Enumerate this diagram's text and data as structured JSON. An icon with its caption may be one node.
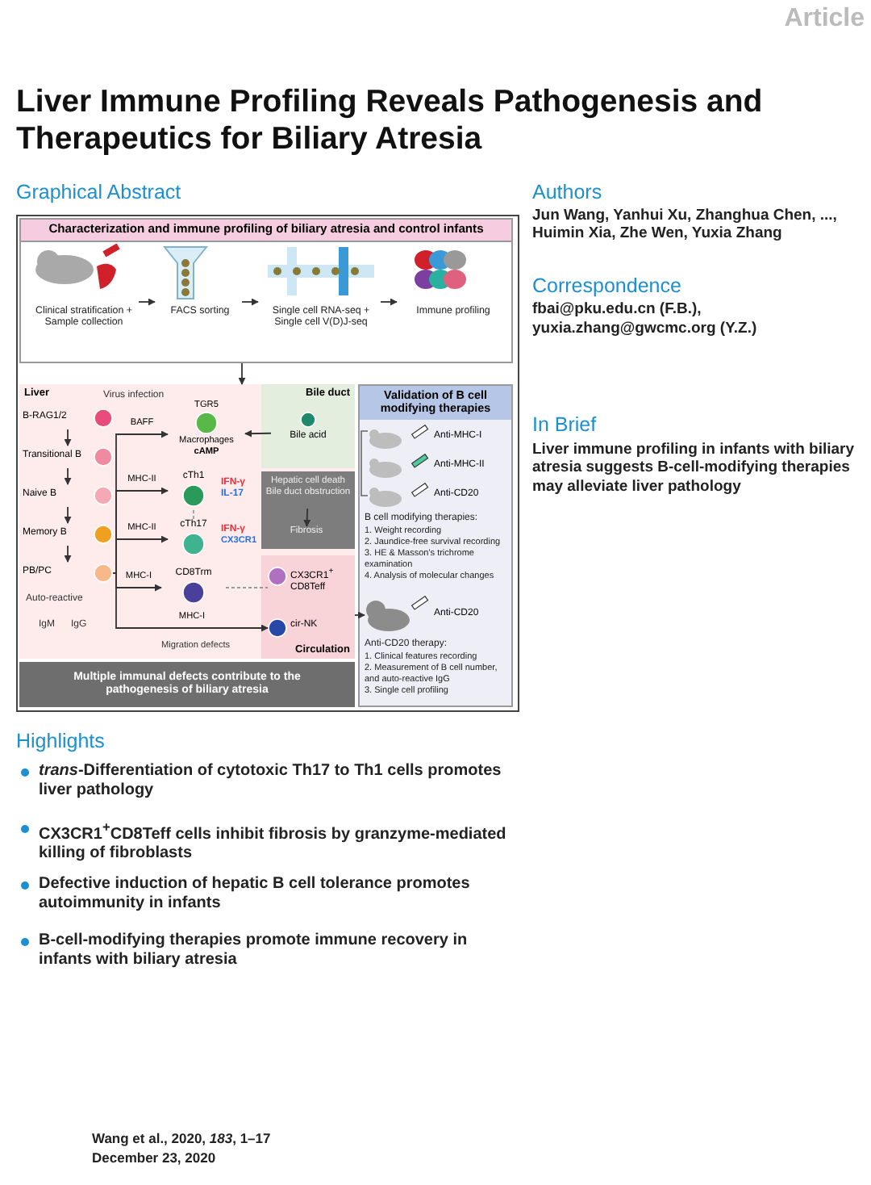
{
  "diagram": {
    "title": "Liver Immune Profiling Reveals Pathogenesis and Therapeutics for Biliary Atresia",
    "nodes": [
      {
        "text": [
          "Characterization and immune profiling of biliary atresia and control infants"
        ]
      },
      {
        "text": [
          "Clinical stratification + Sample collection"
        ],
        "in": 0
      },
      {
        "text": [
          "FACS sorting"
        ],
        "in": 0
      },
      {
        "text": [
          "Single cell RNA-seq + Single cell V(D)J-seq"
        ],
        "in": 0
      },
      {
        "text": [
          "Immune profiling"
        ],
        "in": 0
      },
      {
        "text": [
          "Liver"
        ]
      },
      {
        "text": [
          "Bile duct"
        ],
        "in": 5
      },
      {
        "text": [
          "Bile acid"
        ],
        "in": 6
      },
      {
        "text": [],
        "shape": "box",
        "in": 5
      },
      {
        "text": [
          "Hepatic cell death Bile duct obstruction"
        ],
        "in": 8
      },
      {
        "text": [
          "Fibrosis"
        ],
        "in": 8
      },
      {
        "text": [
          "Circulation"
        ],
        "in": 5
      },
      {
        "text": [
          "B-RAG1/2"
        ],
        "in": 5
      },
      {
        "text": [
          "Transitional B"
        ],
        "in": 5
      },
      {
        "text": [
          "Naive B"
        ],
        "in": 5
      },
      {
        "text": [
          "Memory B"
        ],
        "in": 5
      },
      {
        "text": [
          "PB/PC"
        ],
        "in": 5
      },
      {
        "text": [
          "TGR5",
          "Macrophages",
          "cAMP"
        ],
        "in": 5
      },
      {
        "text": [
          "cTh1"
        ],
        "in": 5
      },
      {
        "text": [
          "cTh17"
        ],
        "in": 5
      },
      {
        "text": [
          "CD8Trm"
        ],
        "in": 5
      },
      {
        "text": [
          "CX3CR1$^{+}$ CD8Teff"
        ],
        "in": 11
      },
      {
        "text": [
          "cir-NK"
        ],
        "in": 11
      },
      {
        "text": [
          "Multiple immunal defects contribute to the pathogenesis of biliary atresia"
        ]
      },
      {
        "text": [
          "Validation of B cell modifying therapies"
        ]
      },
      {
        "text": [],
        "shape": "picture",
        "in": 24,
        "beside": [
          "Anti-MHC-I"
        ]
      },
      {
        "text": [],
        "shape": "picture",
        "in": 24,
        "beside": [
          "Anti-MHC-II"
        ]
      },
      {
        "text": [],
        "shape": "picture",
        "in": 24,
        "beside": [
          "Anti-CD20"
        ]
      },
      {
        "text": [],
        "shape": "picture",
        "in": 24,
        "beside": [
          "Anti-CD20"
        ]
      }
    ],
    "edges": [
      {
        "from": 1,
        "to": 2,
        "arrow": "to"
      },
      {
        "from": 2,
        "to": 3,
        "arrow": "to"
      },
      {
        "from": 3,
        "to": 4,
        "arrow": "to"
      },
      {
        "from": 0,
        "to": 5,
        "arrow": "to"
      },
      {
        "from": 12,
        "to": 13,
        "arrow": "to"
      },
      {
        "from": 13,
        "to": 14,
        "arrow": "to"
      },
      {
        "from": 14,
        "to": 15,
        "arrow": "to"
      },
      {
        "from": 15,
        "to": 16,
        "arrow": "to"
      },
      {
        "from": 7,
        "to": 17,
        "arrow": "to"
      },
      {
        "from": 9,
        "to": 10,
        "arrow": "to"
      },
      {
        "from": 16,
        "to": 17,
        "arrow": "to",
        "label": "BAFF"
      },
      {
        "from": 16,
        "to": 18,
        "arrow": "to",
        "label": "MHC-II"
      },
      {
        "from": 16,
        "to": 19,
        "arrow": "to",
        "label": "MHC-II"
      },
      {
        "from": 16,
        "to": 20,
        "arrow": "to",
        "label": "MHC-I"
      },
      {
        "from": 16,
        "to": 22,
        "arrow": "to",
        "label": "MHC-I"
      },
      {
        "from": 18,
        "to": 19,
        "arrow": "none",
        "style": "dashed",
        "color": "#999999"
      },
      {
        "from": 20,
        "to": 21,
        "arrow": "none",
        "style": "dashed",
        "color": "#999999"
      },
      {
        "from": 11,
        "to": 28,
        "arrow": "to"
      }
    ],
    "labels": [
      "Article",
      "Graphical Abstract",
      "Virus infection",
      "Auto-reactive",
      "IgM",
      "IgG",
      "IFN-γ",
      "IL-17",
      "IFN-γ",
      "CX3CR1",
      "Migration defects",
      "B cell modifying therapies:",
      "1. Weight recording",
      "2. Jaundice-free survival recording",
      "3. HE & Masson's trichrome examination",
      "4. Analysis of molecular changes",
      "Anti-CD20 therapy:",
      "1. Clinical features recording",
      "2. Measurement of B cell number, and auto-reactive IgG",
      "3. Single cell profiling",
      "Authors",
      "Jun Wang, Yanhui Xu, Zhanghua Chen, ..., Huimin Xia, Zhe Wen, Yuxia Zhang",
      "Correspondence",
      "fbai@pku.edu.cn (F.B.),",
      "yuxia.zhang@gwcmc.org (Y.Z.)",
      "In Brief",
      "Liver immune profiling in infants with biliary atresia suggests B-cell-modifying therapies may alleviate liver pathology",
      "Highlights",
      "*trans*-Differentiation of cytotoxic Th17 to Th1 cells promotes liver pathology",
      "CX3CR1$^{+}$CD8Teff cells inhibit fibrosis by granzyme-mediated killing of fibroblasts",
      "Defective induction of hepatic B cell tolerance promotes autoimmunity in infants",
      "B-cell-modifying therapies promote immune recovery in infants with biliary atresia",
      "Wang et al., 2020, *183*, 1–17",
      "December 23, 2020"
    ]
  }
}
